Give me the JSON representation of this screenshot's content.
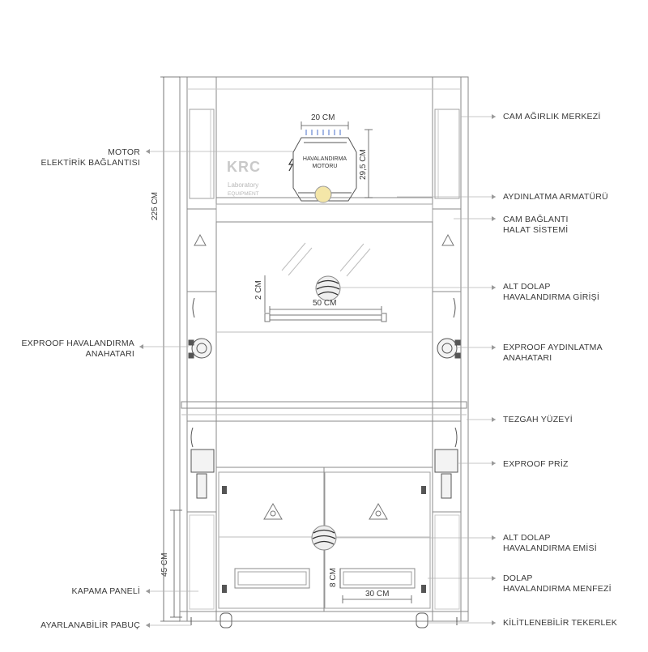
{
  "labels_left": [
    {
      "id": "motor-elektrik",
      "lines": [
        "MOTOR",
        "ELEKTİRİK BAĞLANTISI"
      ]
    },
    {
      "id": "exproof-havalandirma-anahtari",
      "lines": [
        "EXPROOF HAVALANDIRMA",
        "ANAHATARI"
      ]
    },
    {
      "id": "kapama-paneli",
      "lines": [
        "KAPAMA PANELİ"
      ]
    },
    {
      "id": "ayarlanabilir-pabuc",
      "lines": [
        "AYARLANABİLİR PABUÇ"
      ]
    }
  ],
  "labels_right": [
    {
      "id": "cam-agirlik",
      "lines": [
        "CAM AĞIRLIK MERKEZİ"
      ]
    },
    {
      "id": "aydinlatma-armaturu",
      "lines": [
        "AYDINLATMA ARMATÜRÜ"
      ]
    },
    {
      "id": "cam-baglanti",
      "lines": [
        "CAM BAĞLANTI",
        "HALAT SİSTEMİ"
      ]
    },
    {
      "id": "alt-dolap-giris",
      "lines": [
        "ALT DOLAP",
        "HAVALANDIRMA GİRİŞİ"
      ]
    },
    {
      "id": "exproof-aydinlatma",
      "lines": [
        "EXPROOF AYDINLATMA",
        "ANAHATARI"
      ]
    },
    {
      "id": "tezgah-yuzeyi",
      "lines": [
        "TEZGAH YÜZEYİ"
      ]
    },
    {
      "id": "exproof-priz",
      "lines": [
        "EXPROOF PRİZ"
      ]
    },
    {
      "id": "alt-dolap-emis",
      "lines": [
        "ALT DOLAP",
        "HAVALANDIRMA EMİSİ"
      ]
    },
    {
      "id": "dolap-menfez",
      "lines": [
        "DOLAP",
        "HAVALANDIRMA MENFEZİ"
      ]
    },
    {
      "id": "kilitlenebilir-tekerlek",
      "lines": [
        "KİLİTLENEBİLİR TEKERLEK"
      ]
    }
  ],
  "dimensions": {
    "total_height": "225 CM",
    "cabinet_height": "45 CM",
    "motor_width": "20 CM",
    "motor_height": "29,5 CM",
    "slot_width": "50 CM",
    "slot_height": "2 CM",
    "vent_width": "30 CM",
    "vent_height": "8 CM"
  },
  "motor_label": [
    "HAVALANDIRMA",
    "MOTORU"
  ],
  "logo": {
    "brand": "KRC",
    "line1": "Laboratory",
    "line2": "EQUIPMENT"
  },
  "colors": {
    "line": "#8a8a8a",
    "dark": "#3a3a3a",
    "light": "#cfcfcf",
    "arrow": "#9a9a9a",
    "motor_arrow": "#4a6fc8"
  }
}
